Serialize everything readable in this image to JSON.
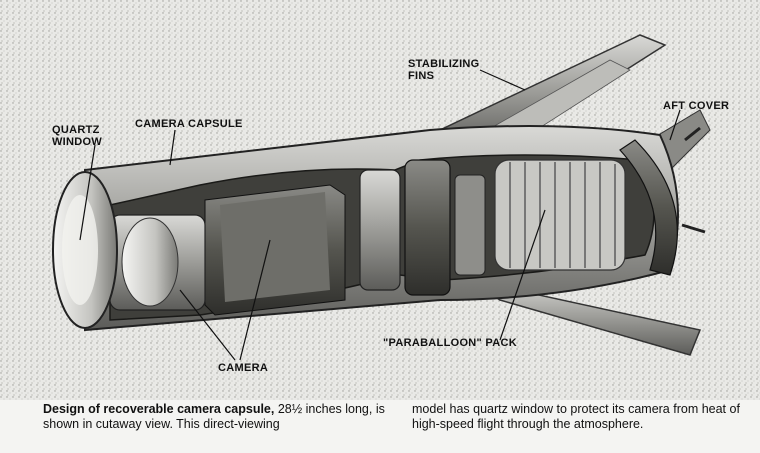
{
  "labels": {
    "stabilizing_fins": [
      "STABILIZING",
      "FINS"
    ],
    "quartz_window": [
      "QUARTZ",
      "WINDOW"
    ],
    "camera_capsule": "CAMERA CAPSULE",
    "aft_cover": "AFT COVER",
    "paraballoon_pack": "\"PARABALLOON\" PACK",
    "camera": "CAMERA"
  },
  "caption": {
    "lead_bold": "Design of recoverable camera capsule,",
    "left_rest": " 28½ inches long, is shown in cutaway view. This direct-viewing",
    "right": "model has quartz window to protect its camera from heat of high-speed flight through the atmosphere."
  }
}
